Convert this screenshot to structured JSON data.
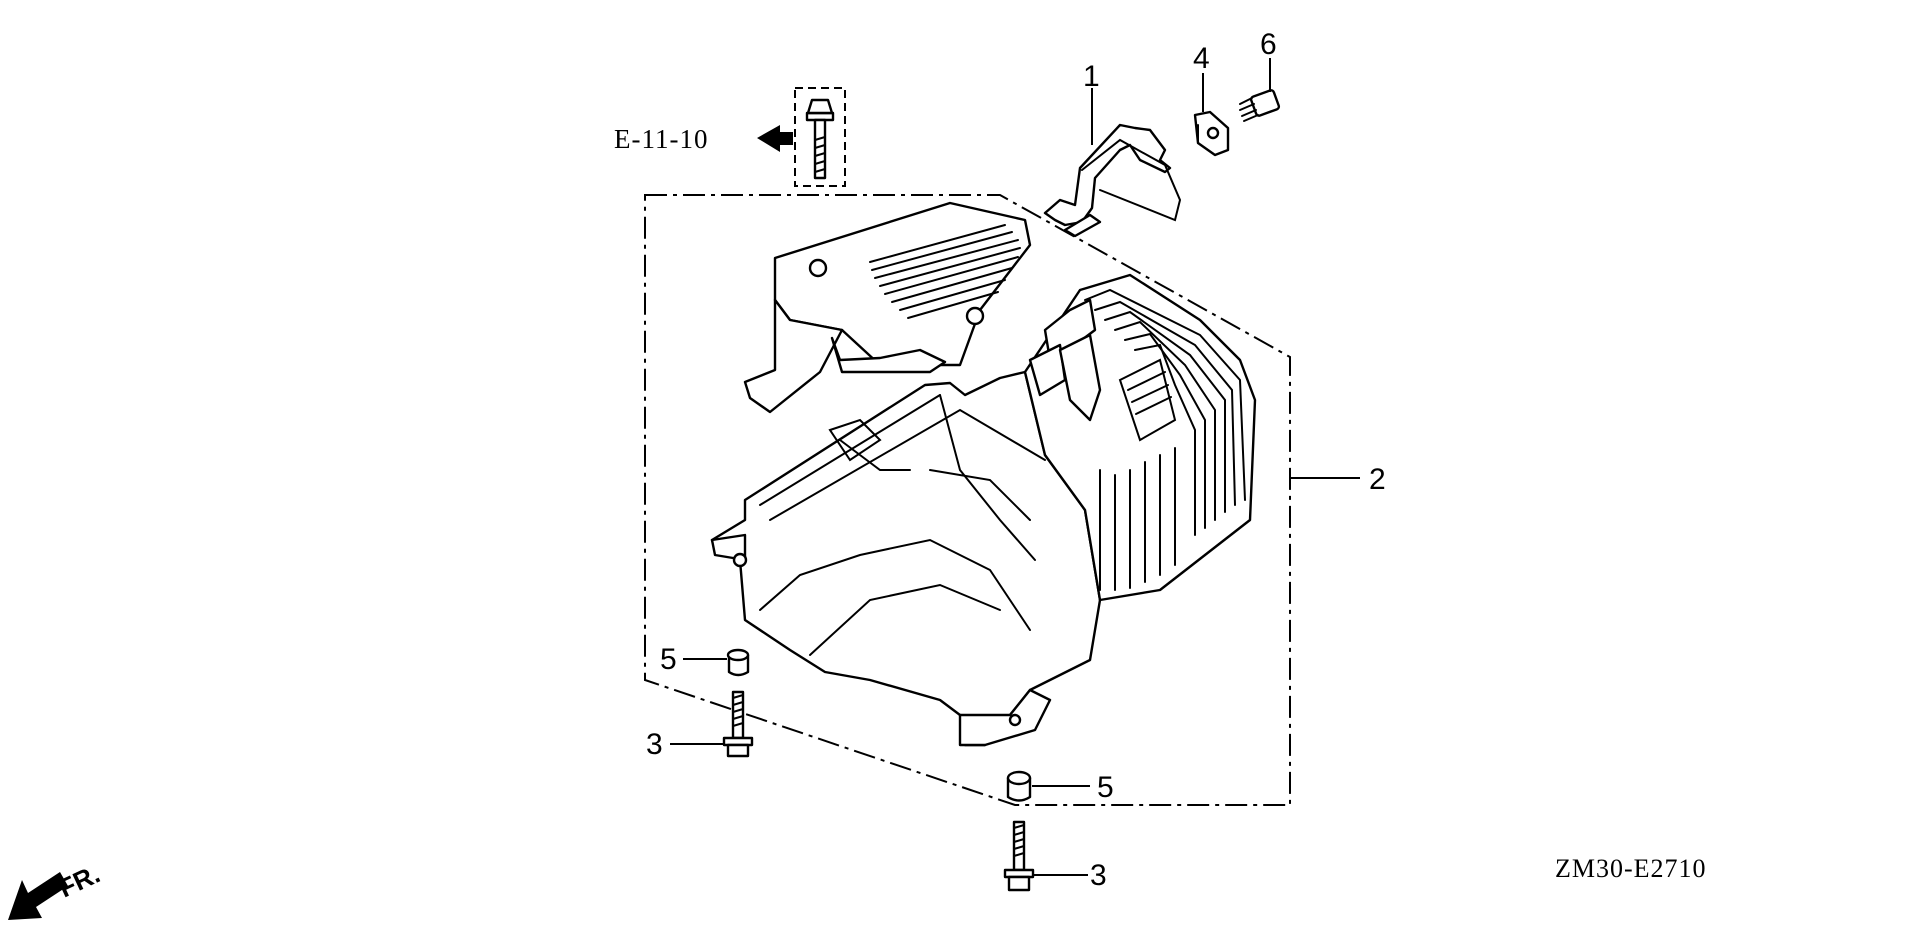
{
  "callouts": {
    "c1": "1",
    "c2": "2",
    "c3a": "3",
    "c3b": "3",
    "c4": "4",
    "c5a": "5",
    "c5b": "5",
    "c6": "6"
  },
  "reference": {
    "label": "E-11-10"
  },
  "diagram_code": "ZM30-E2710",
  "front_indicator": {
    "label": "FR."
  }
}
